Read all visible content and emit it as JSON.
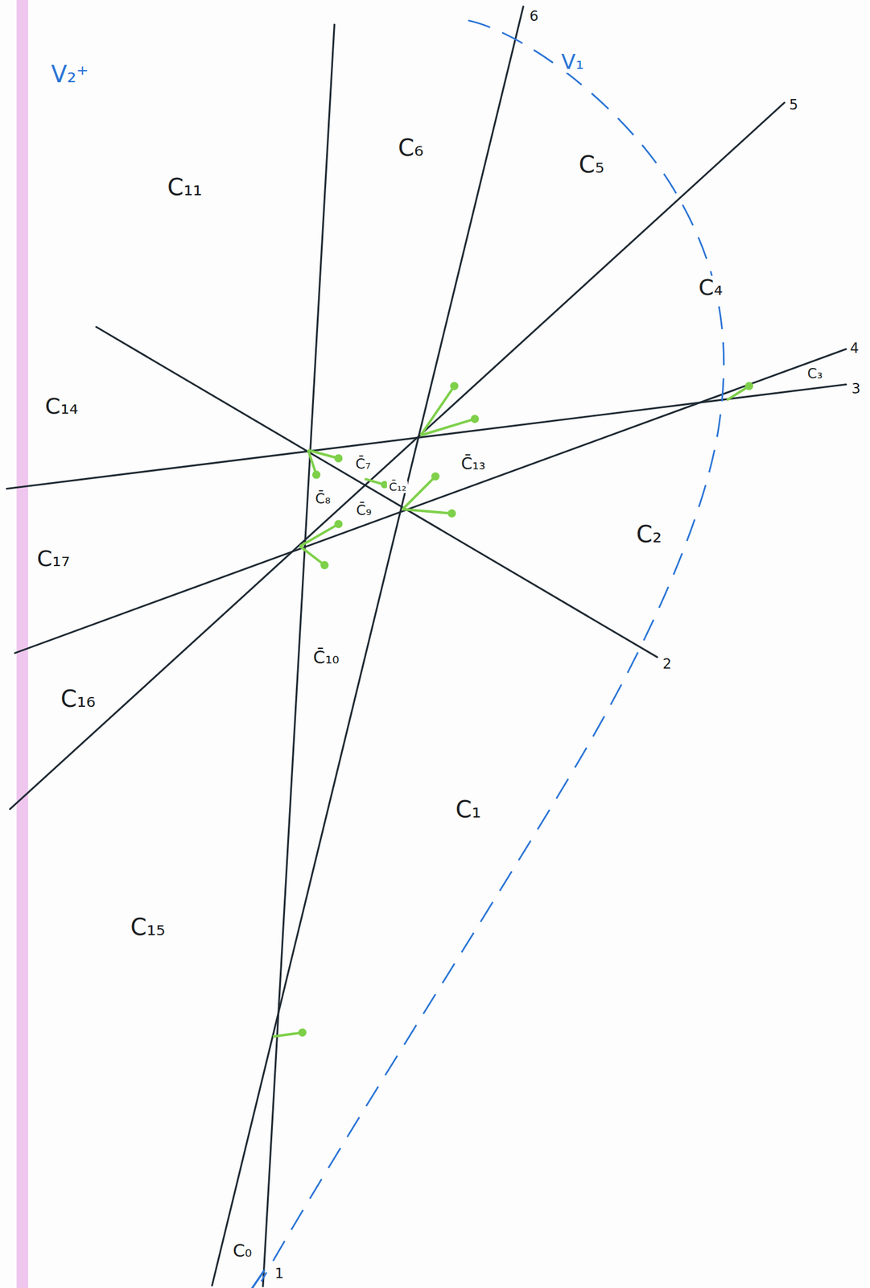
{
  "diagram": {
    "labels": [
      "V₂⁺",
      "V₁",
      "C₁₁",
      "C₆",
      "C₅",
      "C₄",
      "C₃",
      "C₁₄",
      "C̄₇",
      "C̄₁₂",
      "C̄₈",
      "C̄₉",
      "C̄₁₃",
      "C₂",
      "C₁₇",
      "C̄₁₀",
      "C₁₆",
      "C₁",
      "C₁₅",
      "C₀",
      "1",
      "2",
      "3",
      "4",
      "5",
      "6"
    ]
  }
}
